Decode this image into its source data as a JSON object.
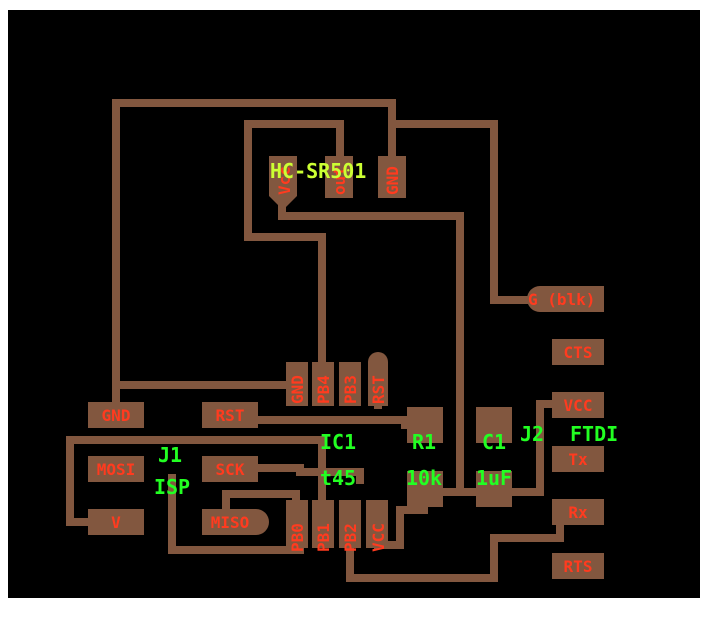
{
  "colors": {
    "page": "#ffffff",
    "board": "#000000",
    "copper": "#82573f",
    "pad_text": "#ff3b1f",
    "part_text": "#22ff22",
    "overlap_text": "#ccff33"
  },
  "components": {
    "pir": {
      "name": "HC-SR501",
      "pins": {
        "vcc": "Vcc",
        "out": "out",
        "gnd": "GND"
      }
    },
    "ic": {
      "name": "IC1",
      "value": "t45",
      "pins": {
        "gnd": "GND",
        "pb4": "PB4",
        "pb3": "PB3",
        "rst": "RST",
        "pb0": "PB0",
        "pb1": "PB1",
        "pb2": "PB2",
        "vcc": "VCC"
      }
    },
    "r1": {
      "name": "R1",
      "value": "10k"
    },
    "c1": {
      "name": "C1",
      "value": "1uF"
    },
    "j1": {
      "name": "J1",
      "value": "ISP",
      "pins": {
        "gnd": "GND",
        "rst": "RST",
        "mosi": "MOSI",
        "sck": "SCK",
        "v": "V",
        "miso": "MISO"
      }
    },
    "j2": {
      "name": "J2",
      "value": "FTDI",
      "pins": {
        "g": "G (blk)",
        "cts": "CTS",
        "vcc": "VCC",
        "tx": "Tx",
        "rx": "Rx",
        "rts": "RTS"
      }
    }
  }
}
